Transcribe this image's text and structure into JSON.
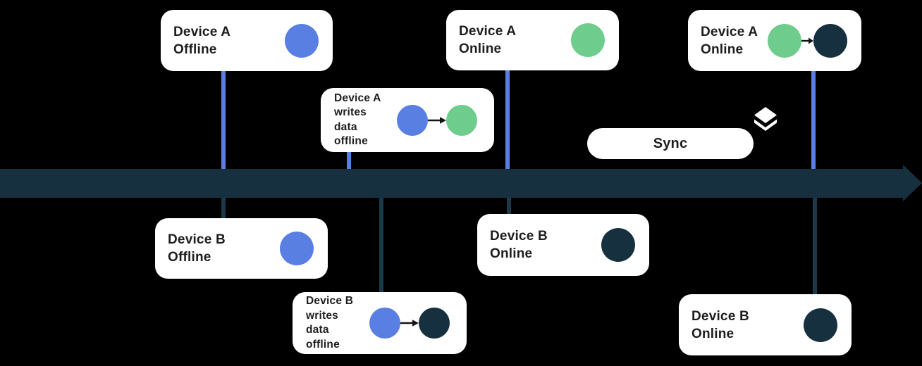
{
  "colors": {
    "background": "#000000",
    "card": "#ffffff",
    "text_dark": "#1d1d1d",
    "blue": "#5a7fe3",
    "green": "#6ecd8d",
    "navy": "#17303f",
    "timeline": "#163040",
    "connector_b": "#1b3949",
    "arrow": "#141414",
    "white": "#ffffff"
  },
  "cards": {
    "a_offline": {
      "lines": [
        "Device A",
        "Offline"
      ],
      "dots": [
        "blue"
      ]
    },
    "a_writes": {
      "lines": [
        "Device A",
        "writes",
        "data",
        "offline"
      ],
      "dots": [
        "blue",
        "green"
      ]
    },
    "a_online_mid": {
      "lines": [
        "Device A",
        "Online"
      ],
      "dots": [
        "green"
      ]
    },
    "a_online_right": {
      "lines": [
        "Device A",
        "Online"
      ],
      "dots": [
        "green",
        "navy"
      ]
    },
    "b_offline": {
      "lines": [
        "Device B",
        "Offline"
      ],
      "dots": [
        "blue"
      ]
    },
    "b_writes": {
      "lines": [
        "Device B",
        "writes",
        "data",
        "offline"
      ],
      "dots": [
        "blue",
        "navy"
      ]
    },
    "b_online_mid": {
      "lines": [
        "Device B",
        "Online"
      ],
      "dots": [
        "navy"
      ]
    },
    "b_online_right": {
      "lines": [
        "Device B",
        "Online"
      ],
      "dots": [
        "navy"
      ]
    }
  },
  "sync": {
    "label": "Sync",
    "icon": "layers-icon"
  },
  "timeline": {
    "type": "horizontal-arrow",
    "direction": "right"
  }
}
